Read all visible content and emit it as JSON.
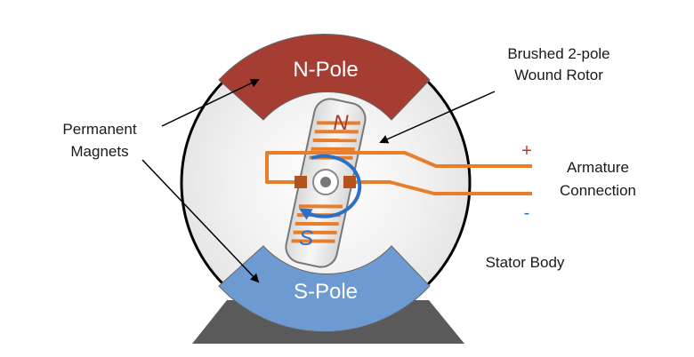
{
  "labels": {
    "north_pole": "N-Pole",
    "south_pole": "S-Pole",
    "permanent_magnets_line1": "Permanent",
    "permanent_magnets_line2": "Magnets",
    "rotor_line1": "Brushed 2-pole",
    "rotor_line2": "Wound Rotor",
    "armature_line1": "Armature",
    "armature_line2": "Connection",
    "stator_body": "Stator Body",
    "rotor_north": "N",
    "rotor_south": "S",
    "plus_sign": "+",
    "minus_sign": "-"
  },
  "colors": {
    "north_pole": "#a63d32",
    "south_pole": "#6d9bd1",
    "winding": "#e87e2a",
    "rotation_arrow": "#2a6fc9",
    "plus_sign": "#c0392b",
    "minus_sign": "#2a6fc9",
    "base": "#5a5a5a",
    "stator_ring": "#000000"
  },
  "icons": {
    "rotation": "circular-arrow-icon",
    "commutator": "shaft-icon"
  }
}
